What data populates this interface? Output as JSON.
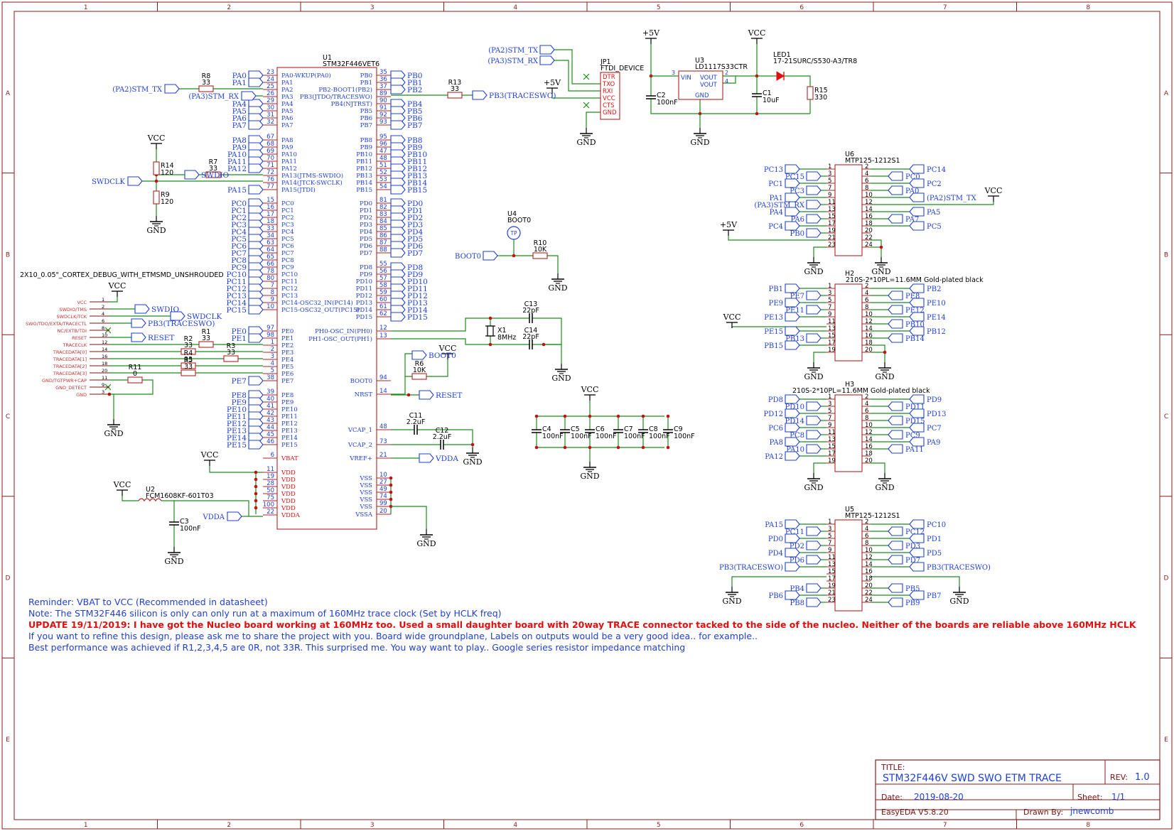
{
  "border": {
    "columns": [
      "1",
      "2",
      "3",
      "4",
      "5",
      "6",
      "7",
      "8"
    ],
    "rows": [
      "A",
      "B",
      "C",
      "D",
      "E"
    ]
  },
  "colors": {
    "wire": "#1a8c1a",
    "label": "#1f3fd6",
    "part": "#b22222",
    "frame": "#8b1a1a",
    "junction": "#c41010"
  },
  "u1": {
    "ref": "U1",
    "value": "STM32F446VET6",
    "left_pins": [
      {
        "num": "23",
        "name": "PA0-WKUP(PA0)",
        "net": "PA0"
      },
      {
        "num": "24",
        "name": "PA1",
        "net": "PA1"
      },
      {
        "num": "25",
        "name": "PA2",
        "net": ""
      },
      {
        "num": "26",
        "name": "PA3",
        "net": ""
      },
      {
        "num": "29",
        "name": "PA4",
        "net": "PA4"
      },
      {
        "num": "30",
        "name": "PA5",
        "net": "PA5"
      },
      {
        "num": "31",
        "name": "PA6",
        "net": "PA6"
      },
      {
        "num": "32",
        "name": "PA7",
        "net": "PA7"
      },
      {
        "num": "67",
        "name": "PA8",
        "net": "PA8"
      },
      {
        "num": "68",
        "name": "PA9",
        "net": "PA9"
      },
      {
        "num": "69",
        "name": "PA10",
        "net": "PA10"
      },
      {
        "num": "70",
        "name": "PA11",
        "net": "PA11"
      },
      {
        "num": "71",
        "name": "PA12",
        "net": "PA12"
      },
      {
        "num": "72",
        "name": "PA13(JTMS-SWDIO)",
        "net": ""
      },
      {
        "num": "76",
        "name": "PA14(JTCK-SWCLK)",
        "net": ""
      },
      {
        "num": "77",
        "name": "PA15(JTDI)",
        "net": "PA15"
      },
      {
        "num": "15",
        "name": "PC0",
        "net": "PC0"
      },
      {
        "num": "16",
        "name": "PC1",
        "net": "PC1"
      },
      {
        "num": "17",
        "name": "PC2",
        "net": "PC2"
      },
      {
        "num": "18",
        "name": "PC3",
        "net": "PC3"
      },
      {
        "num": "33",
        "name": "PC4",
        "net": "PC4"
      },
      {
        "num": "34",
        "name": "PC5",
        "net": "PC5"
      },
      {
        "num": "63",
        "name": "PC6",
        "net": "PC6"
      },
      {
        "num": "64",
        "name": "PC7",
        "net": "PC7"
      },
      {
        "num": "65",
        "name": "PC8",
        "net": "PC8"
      },
      {
        "num": "66",
        "name": "PC9",
        "net": "PC9"
      },
      {
        "num": "78",
        "name": "PC10",
        "net": "PC10"
      },
      {
        "num": "80",
        "name": "PC11",
        "net": "PC11"
      },
      {
        "num": "7",
        "name": "PC12",
        "net": "PC12"
      },
      {
        "num": "8",
        "name": "PC13",
        "net": "PC13"
      },
      {
        "num": "9",
        "name": "PC14-OSC32_IN(PC14)",
        "net": "PC14"
      },
      {
        "num": "10",
        "name": "PC15-OSC32_OUT(PC15)",
        "net": "PC15"
      },
      {
        "num": "97",
        "name": "PE0",
        "net": "PE0"
      },
      {
        "num": "98",
        "name": "PE1",
        "net": "PE1"
      },
      {
        "num": "1",
        "name": "PE2",
        "net": ""
      },
      {
        "num": "2",
        "name": "PE3",
        "net": ""
      },
      {
        "num": "3",
        "name": "PE4",
        "net": ""
      },
      {
        "num": "4",
        "name": "PE5",
        "net": ""
      },
      {
        "num": "5",
        "name": "PE6",
        "net": ""
      },
      {
        "num": "38",
        "name": "PE7",
        "net": "PE7"
      },
      {
        "num": "39",
        "name": "PE8",
        "net": "PE8"
      },
      {
        "num": "40",
        "name": "PE9",
        "net": "PE9"
      },
      {
        "num": "41",
        "name": "PE10",
        "net": "PE10"
      },
      {
        "num": "42",
        "name": "PE11",
        "net": "PE11"
      },
      {
        "num": "43",
        "name": "PE12",
        "net": "PE12"
      },
      {
        "num": "44",
        "name": "PE13",
        "net": "PE13"
      },
      {
        "num": "45",
        "name": "PE14",
        "net": "PE14"
      },
      {
        "num": "46",
        "name": "PE15",
        "net": "PE15"
      },
      {
        "num": "6",
        "name": "VBAT",
        "net": ""
      },
      {
        "num": "11",
        "name": "VDD",
        "net": ""
      },
      {
        "num": "19",
        "name": "VDD",
        "net": ""
      },
      {
        "num": "28",
        "name": "VDD",
        "net": ""
      },
      {
        "num": "50",
        "name": "VDD",
        "net": ""
      },
      {
        "num": "75",
        "name": "VDD",
        "net": ""
      },
      {
        "num": "100",
        "name": "VDD",
        "net": ""
      },
      {
        "num": "22",
        "name": "VDDA",
        "net": ""
      }
    ],
    "right_pins": [
      {
        "num": "35",
        "name": "PB0",
        "net": "PB0"
      },
      {
        "num": "36",
        "name": "PB1",
        "net": "PB1"
      },
      {
        "num": "37",
        "name": "PB2-BOOT1(PB2)",
        "net": "PB2"
      },
      {
        "num": "89",
        "name": "PB3(JTDO/TRACESWO)",
        "net": ""
      },
      {
        "num": "90",
        "name": "PB4(NJTRST)",
        "net": "PB4"
      },
      {
        "num": "91",
        "name": "PB5",
        "net": "PB5"
      },
      {
        "num": "92",
        "name": "PB6",
        "net": "PB6"
      },
      {
        "num": "93",
        "name": "PB7",
        "net": "PB7"
      },
      {
        "num": "95",
        "name": "PB8",
        "net": "PB8"
      },
      {
        "num": "96",
        "name": "PB9",
        "net": "PB9"
      },
      {
        "num": "47",
        "name": "PB10",
        "net": "PB10"
      },
      {
        "num": "48",
        "name": "PB11",
        "net": "PB11"
      },
      {
        "num": "51",
        "name": "PB12",
        "net": "PB12"
      },
      {
        "num": "52",
        "name": "PB13",
        "net": "PB13"
      },
      {
        "num": "53",
        "name": "PB14",
        "net": "PB14"
      },
      {
        "num": "54",
        "name": "PB15",
        "net": "PB15"
      },
      {
        "num": "81",
        "name": "PD0",
        "net": "PD0"
      },
      {
        "num": "82",
        "name": "PD1",
        "net": "PD1"
      },
      {
        "num": "83",
        "name": "PD2",
        "net": "PD2"
      },
      {
        "num": "84",
        "name": "PD3",
        "net": "PD3"
      },
      {
        "num": "85",
        "name": "PD4",
        "net": "PD4"
      },
      {
        "num": "86",
        "name": "PD5",
        "net": "PD5"
      },
      {
        "num": "87",
        "name": "PD6",
        "net": "PD6"
      },
      {
        "num": "88",
        "name": "PD7",
        "net": "PD7"
      },
      {
        "num": "55",
        "name": "PD8",
        "net": "PD8"
      },
      {
        "num": "56",
        "name": "PD9",
        "net": "PD9"
      },
      {
        "num": "57",
        "name": "PD10",
        "net": "PD10"
      },
      {
        "num": "58",
        "name": "PD11",
        "net": "PD11"
      },
      {
        "num": "59",
        "name": "PD12",
        "net": "PD12"
      },
      {
        "num": "60",
        "name": "PD13",
        "net": "PD13"
      },
      {
        "num": "61",
        "name": "PD14",
        "net": "PD14"
      },
      {
        "num": "62",
        "name": "PD15",
        "net": "PD15"
      },
      {
        "num": "12",
        "name": "PH0-OSC_IN(PH0)",
        "net": ""
      },
      {
        "num": "13",
        "name": "PH1-OSC_OUT(PH1)",
        "net": ""
      },
      {
        "num": "94",
        "name": "BOOT0",
        "net": ""
      },
      {
        "num": "14",
        "name": "NRST",
        "net": ""
      },
      {
        "num": "48",
        "name": "VCAP_1",
        "net": ""
      },
      {
        "num": "73",
        "name": "VCAP_2",
        "net": ""
      },
      {
        "num": "21",
        "name": "VREF+",
        "net": ""
      },
      {
        "num": "10",
        "name": "VSS",
        "net": ""
      },
      {
        "num": "27",
        "name": "VSS",
        "net": ""
      },
      {
        "num": "49",
        "name": "VSS",
        "net": ""
      },
      {
        "num": "74",
        "name": "VSS",
        "net": ""
      },
      {
        "num": "99",
        "name": "VSS",
        "net": ""
      },
      {
        "num": "20",
        "name": "VSSA",
        "net": ""
      }
    ]
  },
  "labels": {
    "pa2_stm_tx": "(PA2)STM_TX",
    "pa3_stm_rx": "(PA3)STM_RX",
    "pb3_traceswo": "PB3(TRACESWO)",
    "swdio": "SWDIO",
    "swdclk": "SWDCLK",
    "reset": "RESET",
    "boot0": "BOOT0",
    "vdda": "VDDA",
    "vcc": "VCC",
    "gnd": "GND",
    "plus5v": "+5V"
  },
  "parts": {
    "r8": {
      "ref": "R8",
      "value": "33"
    },
    "r13": {
      "ref": "R13",
      "value": "33"
    },
    "r7": {
      "ref": "R7",
      "value": "33"
    },
    "r14": {
      "ref": "R14",
      "value": "120"
    },
    "r9": {
      "ref": "R9",
      "value": "120"
    },
    "r1": {
      "ref": "R1",
      "value": "33"
    },
    "r2": {
      "ref": "R2",
      "value": "33"
    },
    "r3": {
      "ref": "R3",
      "value": "33"
    },
    "r4": {
      "ref": "R4",
      "value": "33"
    },
    "r5": {
      "ref": "R5",
      "value": "33"
    },
    "r11": {
      "ref": "R11",
      "value": "0"
    },
    "r6": {
      "ref": "R6",
      "value": "10K"
    },
    "r10": {
      "ref": "R10",
      "value": "10K"
    },
    "r15": {
      "ref": "R15",
      "value": "330"
    },
    "u4": {
      "ref": "U4",
      "value": "BOOT0",
      "pad": "TP"
    },
    "x1": {
      "ref": "X1",
      "value": "8MHz"
    },
    "c13": {
      "ref": "C13",
      "value": "22pF"
    },
    "c14": {
      "ref": "C14",
      "value": "22pF"
    },
    "c11": {
      "ref": "C11",
      "value": "2.2uF"
    },
    "c12": {
      "ref": "C12",
      "value": "2.2uF"
    },
    "c2": {
      "ref": "C2",
      "value": "100nF"
    },
    "c1": {
      "ref": "C1",
      "value": "10uF"
    },
    "c3": {
      "ref": "C3",
      "value": "100nF"
    },
    "u2": {
      "ref": "U2",
      "value": "FCM1608KF-601T03"
    },
    "u3": {
      "ref": "U3",
      "value": "LD1117S33CTR",
      "vin": "VIN",
      "vout": "VOUT",
      "gnd": "GND"
    },
    "led1": {
      "ref": "LED1",
      "value": "17-21SURC/S530-A3/TR8"
    },
    "jp1": {
      "ref": "JP1",
      "value": "FTDI_DEVICE",
      "pins": [
        "DTR",
        "TXO",
        "RXI",
        "VCC",
        "CTS",
        "GND"
      ]
    },
    "decaps": [
      {
        "ref": "C4",
        "value": "100nF"
      },
      {
        "ref": "C5",
        "value": "100nF"
      },
      {
        "ref": "C6",
        "value": "100nF"
      },
      {
        "ref": "C7",
        "value": "100nF"
      },
      {
        "ref": "C8",
        "value": "100nF"
      },
      {
        "ref": "C9",
        "value": "100nF"
      }
    ]
  },
  "cortex": {
    "title": "2X10_0.05\"_CORTEX_DEBUG_WITH_ETMSMD_UNSHROUDED",
    "pins": [
      {
        "num": "1",
        "name": "VCC"
      },
      {
        "num": "2",
        "name": "SWDIO/TMS"
      },
      {
        "num": "4",
        "name": "SWDCLK/TCK"
      },
      {
        "num": "6",
        "name": "SWO/TDO/EXTA/TRACECTL"
      },
      {
        "num": "8",
        "name": "NC/EXTB/TDI"
      },
      {
        "num": "10",
        "name": "RESET"
      },
      {
        "num": "12",
        "name": "TRACECLK"
      },
      {
        "num": "14",
        "name": "TRACEDATA[0]"
      },
      {
        "num": "16",
        "name": "TRACEDATA[1]"
      },
      {
        "num": "18",
        "name": "TRACEDATA[2]"
      },
      {
        "num": "20",
        "name": "TRACEDATA[3]"
      },
      {
        "num": "11",
        "name": "GND/TGTPWR+CAP"
      },
      {
        "num": "9",
        "name": "GND_DETECT"
      },
      {
        "num": "3",
        "name": "GND"
      }
    ]
  },
  "u6": {
    "ref": "U6",
    "value": "MTP125-1212S1",
    "left": [
      {
        "num": "1",
        "net": "PC13"
      },
      {
        "num": "3",
        "net": "PC15"
      },
      {
        "num": "5",
        "net": "PC1"
      },
      {
        "num": "7",
        "net": "PC3"
      },
      {
        "num": "9",
        "net": "PA1"
      },
      {
        "num": "11",
        "net": "(PA3)STM_RX"
      },
      {
        "num": "13",
        "net": "PA4"
      },
      {
        "num": "15",
        "net": "PA6"
      },
      {
        "num": "17",
        "net": "PC4"
      },
      {
        "num": "19",
        "net": "PB0"
      },
      {
        "num": "21",
        "net": "+5V"
      },
      {
        "num": "23",
        "net": "GND"
      }
    ],
    "right": [
      {
        "num": "2",
        "net": "PC14"
      },
      {
        "num": "4",
        "net": "PC0"
      },
      {
        "num": "6",
        "net": "PC2"
      },
      {
        "num": "8",
        "net": "PA0"
      },
      {
        "num": "10",
        "net": "(PA2)STM_TX"
      },
      {
        "num": "12",
        "net": "VCC"
      },
      {
        "num": "14",
        "net": "PA5"
      },
      {
        "num": "16",
        "net": "PA7"
      },
      {
        "num": "18",
        "net": "PC5"
      },
      {
        "num": "20",
        "net": ""
      },
      {
        "num": "22",
        "net": "GND"
      },
      {
        "num": "24",
        "net": "GND"
      }
    ]
  },
  "h2": {
    "ref": "H2",
    "value": "210S-2*10PL=11.6MM Gold-plated black",
    "left": [
      {
        "num": "1",
        "net": "PB1"
      },
      {
        "num": "3",
        "net": "PE7"
      },
      {
        "num": "5",
        "net": "PE9"
      },
      {
        "num": "7",
        "net": "PE11"
      },
      {
        "num": "9",
        "net": "PE13"
      },
      {
        "num": "11",
        "net": "VCC"
      },
      {
        "num": "13",
        "net": "PE15"
      },
      {
        "num": "15",
        "net": "PB13"
      },
      {
        "num": "17",
        "net": "PB15"
      },
      {
        "num": "19",
        "net": "GND"
      }
    ],
    "right": [
      {
        "num": "2",
        "net": "PB2"
      },
      {
        "num": "4",
        "net": "PE8"
      },
      {
        "num": "6",
        "net": "PE10"
      },
      {
        "num": "8",
        "net": "PE12"
      },
      {
        "num": "10",
        "net": "PE14"
      },
      {
        "num": "12",
        "net": "PB10"
      },
      {
        "num": "14",
        "net": "PB12"
      },
      {
        "num": "16",
        "net": "PB14"
      },
      {
        "num": "18",
        "net": "GND"
      },
      {
        "num": "20",
        "net": "GND"
      }
    ]
  },
  "h3": {
    "ref": "H3",
    "value": "210S-2*10PL=11.6MM Gold-plated black",
    "left": [
      {
        "num": "1",
        "net": "PD8"
      },
      {
        "num": "3",
        "net": "PD10"
      },
      {
        "num": "5",
        "net": "PD12"
      },
      {
        "num": "7",
        "net": "PD14"
      },
      {
        "num": "9",
        "net": "PC6"
      },
      {
        "num": "11",
        "net": "PC8"
      },
      {
        "num": "13",
        "net": "PA8"
      },
      {
        "num": "15",
        "net": "PA10"
      },
      {
        "num": "17",
        "net": "PA12"
      },
      {
        "num": "19",
        "net": "GND"
      }
    ],
    "right": [
      {
        "num": "2",
        "net": "PD9"
      },
      {
        "num": "4",
        "net": "PD11"
      },
      {
        "num": "6",
        "net": "PD13"
      },
      {
        "num": "8",
        "net": "PD15"
      },
      {
        "num": "10",
        "net": "PC7"
      },
      {
        "num": "12",
        "net": "PC9"
      },
      {
        "num": "14",
        "net": "PA9"
      },
      {
        "num": "16",
        "net": "PA11"
      },
      {
        "num": "18",
        "net": ""
      },
      {
        "num": "20",
        "net": "GND"
      }
    ]
  },
  "u5": {
    "ref": "U5",
    "value": "MTP125-1212S1",
    "left": [
      {
        "num": "1",
        "net": "PA15"
      },
      {
        "num": "3",
        "net": "PC11"
      },
      {
        "num": "5",
        "net": "PD0"
      },
      {
        "num": "7",
        "net": "PD2"
      },
      {
        "num": "9",
        "net": "PD4"
      },
      {
        "num": "11",
        "net": "PD6"
      },
      {
        "num": "13",
        "net": "PB3(TRACESWO)"
      },
      {
        "num": "15",
        "net": ""
      },
      {
        "num": "17",
        "net": "GND"
      },
      {
        "num": "19",
        "net": "PB4"
      },
      {
        "num": "21",
        "net": "PB6"
      },
      {
        "num": "23",
        "net": "PB8"
      }
    ],
    "right": [
      {
        "num": "2",
        "net": "PC10"
      },
      {
        "num": "4",
        "net": "PC12"
      },
      {
        "num": "6",
        "net": "PD1"
      },
      {
        "num": "8",
        "net": "PD3"
      },
      {
        "num": "10",
        "net": "PD5"
      },
      {
        "num": "12",
        "net": "PD7"
      },
      {
        "num": "14",
        "net": "PB3(TRACESWO)"
      },
      {
        "num": "16",
        "net": ""
      },
      {
        "num": "18",
        "net": "GND"
      },
      {
        "num": "20",
        "net": "PB5"
      },
      {
        "num": "22",
        "net": "PB7"
      },
      {
        "num": "24",
        "net": "PB9"
      }
    ]
  },
  "notes": {
    "line1": "Reminder: VBAT to VCC (Recommended in datasheet)",
    "line2": "Note: The STM32F446 silicon is only can only run at a maximum of 160MHz trace clock (Set by HCLK freq)",
    "line3": "UPDATE 19/11/2019: I have got the Nucleo board working at 160MHz too. Used a small daughter board with 20way TRACE connector tacked to the side of the nucleo. Neither of the boards are reliable above 160MHz HCLK",
    "line4": "If you want to refine this design, please ask me to share the project with you. Board wide groundplane, Labels on outputs would be a very good idea.. for example..",
    "line5": "Best performance was achieved if R1,2,3,4,5 are 0R, not 33R. This surprised me. You way want to play.. Google series resistor impedance matching"
  },
  "title_block": {
    "title_label": "TITLE:",
    "title": "STM32F446V SWD SWO ETM TRACE",
    "rev_label": "REV:",
    "rev": "1.0",
    "date_label": "Date:",
    "date": "2019-08-20",
    "sheet_label": "Sheet:",
    "sheet": "1/1",
    "tool": "EasyEDA V5.8.20",
    "drawn_label": "Drawn By:",
    "drawn": "jnewcomb"
  }
}
